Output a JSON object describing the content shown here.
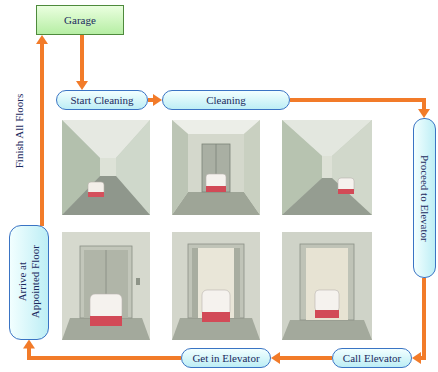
{
  "diagram": {
    "nodes": [
      {
        "text": [
          "Garage"
        ]
      },
      {
        "text": [
          "Start Cleaning"
        ]
      },
      {
        "text": [
          "Cleaning"
        ]
      },
      {
        "text": [
          "Proceed to Elevator"
        ]
      },
      {
        "text": [
          "Call Elevator"
        ]
      },
      {
        "text": [
          "Get in Elevator"
        ]
      },
      {
        "text": [
          "Arrive at Appointed Floor"
        ]
      }
    ],
    "edges": [
      {
        "from": 0,
        "to": 1,
        "arrow": "to"
      },
      {
        "from": 1,
        "to": 2,
        "arrow": "to"
      },
      {
        "from": 2,
        "to": 3,
        "arrow": "to"
      },
      {
        "from": 3,
        "to": 4,
        "arrow": "to"
      },
      {
        "from": 4,
        "to": 5,
        "arrow": "to"
      },
      {
        "from": 5,
        "to": 6,
        "arrow": "to"
      },
      {
        "from": 6,
        "to": 0,
        "arrow": "to",
        "label": "Finish All Floors"
      }
    ]
  }
}
